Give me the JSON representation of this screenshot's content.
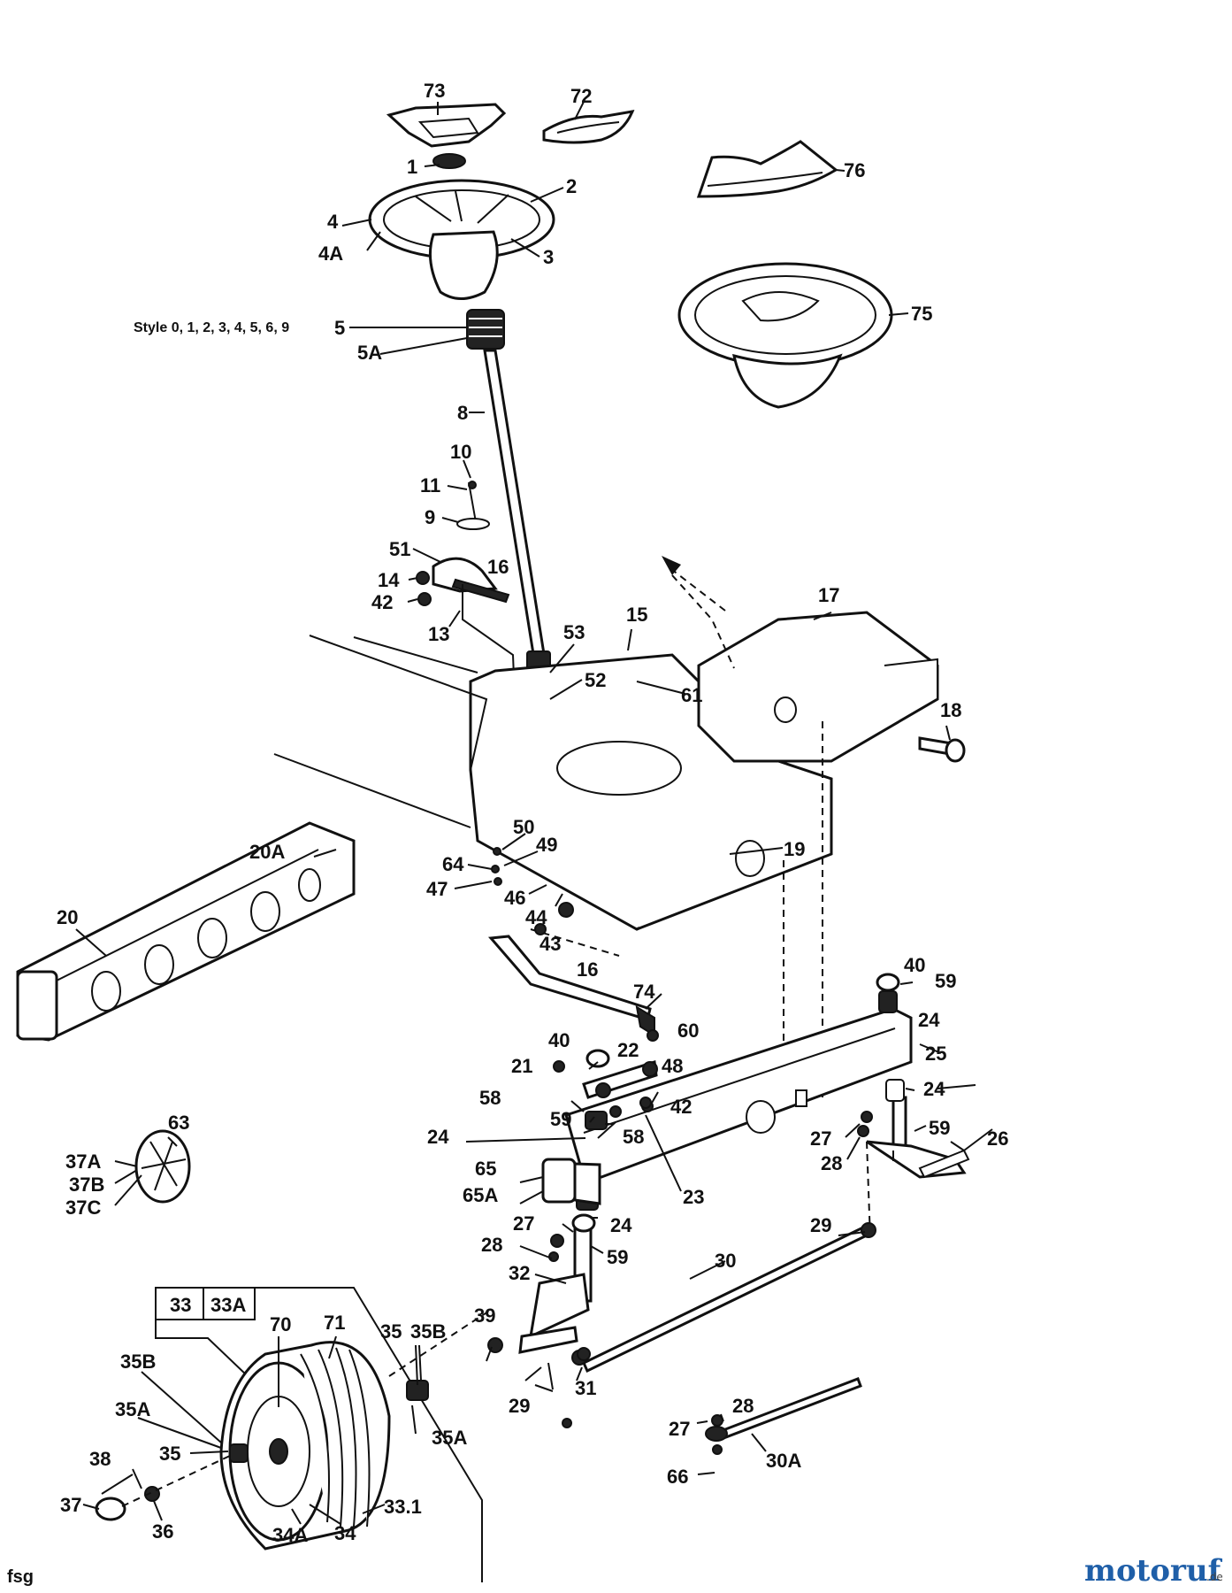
{
  "style_note": "Style 0, 1, 2, 3, 4, 5, 6, 9",
  "corner_code": "fsg",
  "watermark": {
    "name": "motoruf",
    "suffix": ".de"
  },
  "box_labels": [
    "33",
    "33A"
  ],
  "labels": {
    "p73": "73",
    "p72": "72",
    "p76": "76",
    "p1": "1",
    "p2": "2",
    "p4": "4",
    "p4A": "4A",
    "p3": "3",
    "p75": "75",
    "p5": "5",
    "p5A": "5A",
    "p8": "8",
    "p10": "10",
    "p11": "11",
    "p9": "9",
    "p51": "51",
    "p16a": "16",
    "p14": "14",
    "p42a": "42",
    "p13": "13",
    "p53": "53",
    "p52": "52",
    "p15": "15",
    "p61": "61",
    "p17": "17",
    "p18": "18",
    "p19": "19",
    "p20A": "20A",
    "p20": "20",
    "p50": "50",
    "p49": "49",
    "p64": "64",
    "p47": "47",
    "p46": "46",
    "p44": "44",
    "p43": "43",
    "p16b": "16",
    "p74": "74",
    "p60": "60",
    "p40a": "40",
    "p22": "22",
    "p48": "48",
    "p21": "21",
    "p58a": "58",
    "p42b": "42",
    "p59a": "59",
    "p24a": "24",
    "p58b": "58",
    "p23": "23",
    "p65": "65",
    "p65A": "65A",
    "p40b": "40",
    "p59b": "59",
    "p24b": "24",
    "p25": "25",
    "p24c": "24",
    "p59c": "59",
    "p27a": "27",
    "p28a": "28",
    "p26": "26",
    "p63": "63",
    "p37A": "37A",
    "p37B": "37B",
    "p37C": "37C",
    "p24d": "24",
    "p27b": "27",
    "p28b": "28",
    "p59d": "59",
    "p32": "32",
    "p30": "30",
    "p29a": "29",
    "p70": "70",
    "p71": "71",
    "p35a": "35",
    "p35Ba": "35B",
    "p39": "39",
    "p35Bb": "35B",
    "p35Aa": "35A",
    "p35b": "35",
    "p29b": "29",
    "p31": "31",
    "p35Ab": "35A",
    "p38": "38",
    "p37": "37",
    "p36": "36",
    "p34A": "34A",
    "p34": "34",
    "p33_1": "33.1",
    "p27c": "27",
    "p28c": "28",
    "p30A": "30A",
    "p66": "66"
  },
  "colors": {
    "ink": "#111111",
    "wm_m": "#1f5fa8",
    "wm_o1": "#2e8b57",
    "wm_t": "#e0a020",
    "wm_o2": "#d04040",
    "wm_r": "#1f5fa8",
    "wm_u": "#2e8b57",
    "wm_f": "#d04040"
  }
}
